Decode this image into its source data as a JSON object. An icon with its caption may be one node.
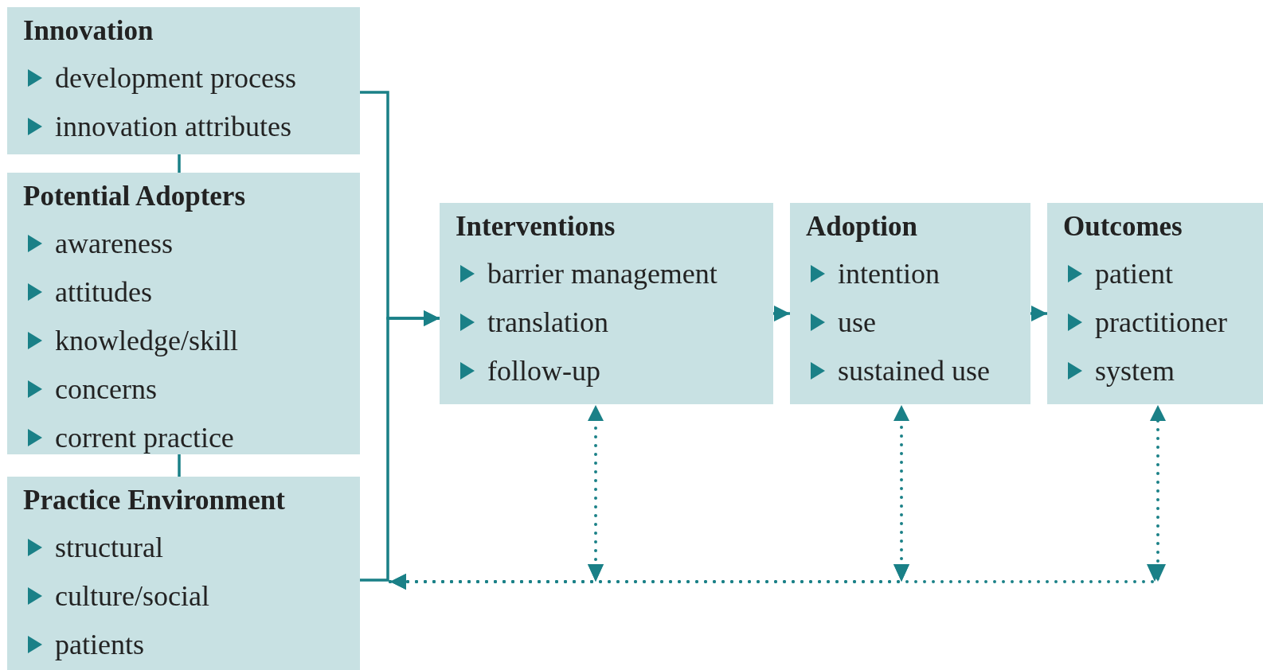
{
  "diagram": {
    "nodes": [
      {
        "text": [
          "Innovation",
          "development process",
          "innovation attributes"
        ]
      },
      {
        "text": [
          "Potential Adopters",
          "awareness",
          "attitudes",
          "knowledge/skill",
          "concerns",
          "corrent practice"
        ]
      },
      {
        "text": [
          "Practice Environment",
          "structural",
          "culture/social",
          "patients"
        ]
      },
      {
        "text": [
          "Interventions",
          "barrier management",
          "translation",
          "follow-up"
        ]
      },
      {
        "text": [
          "Adoption",
          "intention",
          "use",
          "sustained use"
        ]
      },
      {
        "text": [
          "Outcomes",
          "patient",
          "practitioner",
          "system"
        ]
      }
    ],
    "edges": [
      {
        "from": 0,
        "to": 1,
        "arrow": "none"
      },
      {
        "from": 1,
        "to": 2,
        "arrow": "none"
      },
      {
        "from": 0,
        "to": 3,
        "arrow": "to"
      },
      {
        "from": 2,
        "to": 3,
        "arrow": "to"
      },
      {
        "from": 3,
        "to": 4,
        "arrow": "to"
      },
      {
        "from": 4,
        "to": 5,
        "arrow": "to"
      },
      {
        "from": 3,
        "to": 2,
        "arrow": "both",
        "style": "dashed"
      },
      {
        "from": 4,
        "to": 2,
        "arrow": "both",
        "style": "dashed"
      },
      {
        "from": 5,
        "to": 2,
        "arrow": "both",
        "style": "dashed"
      }
    ]
  }
}
